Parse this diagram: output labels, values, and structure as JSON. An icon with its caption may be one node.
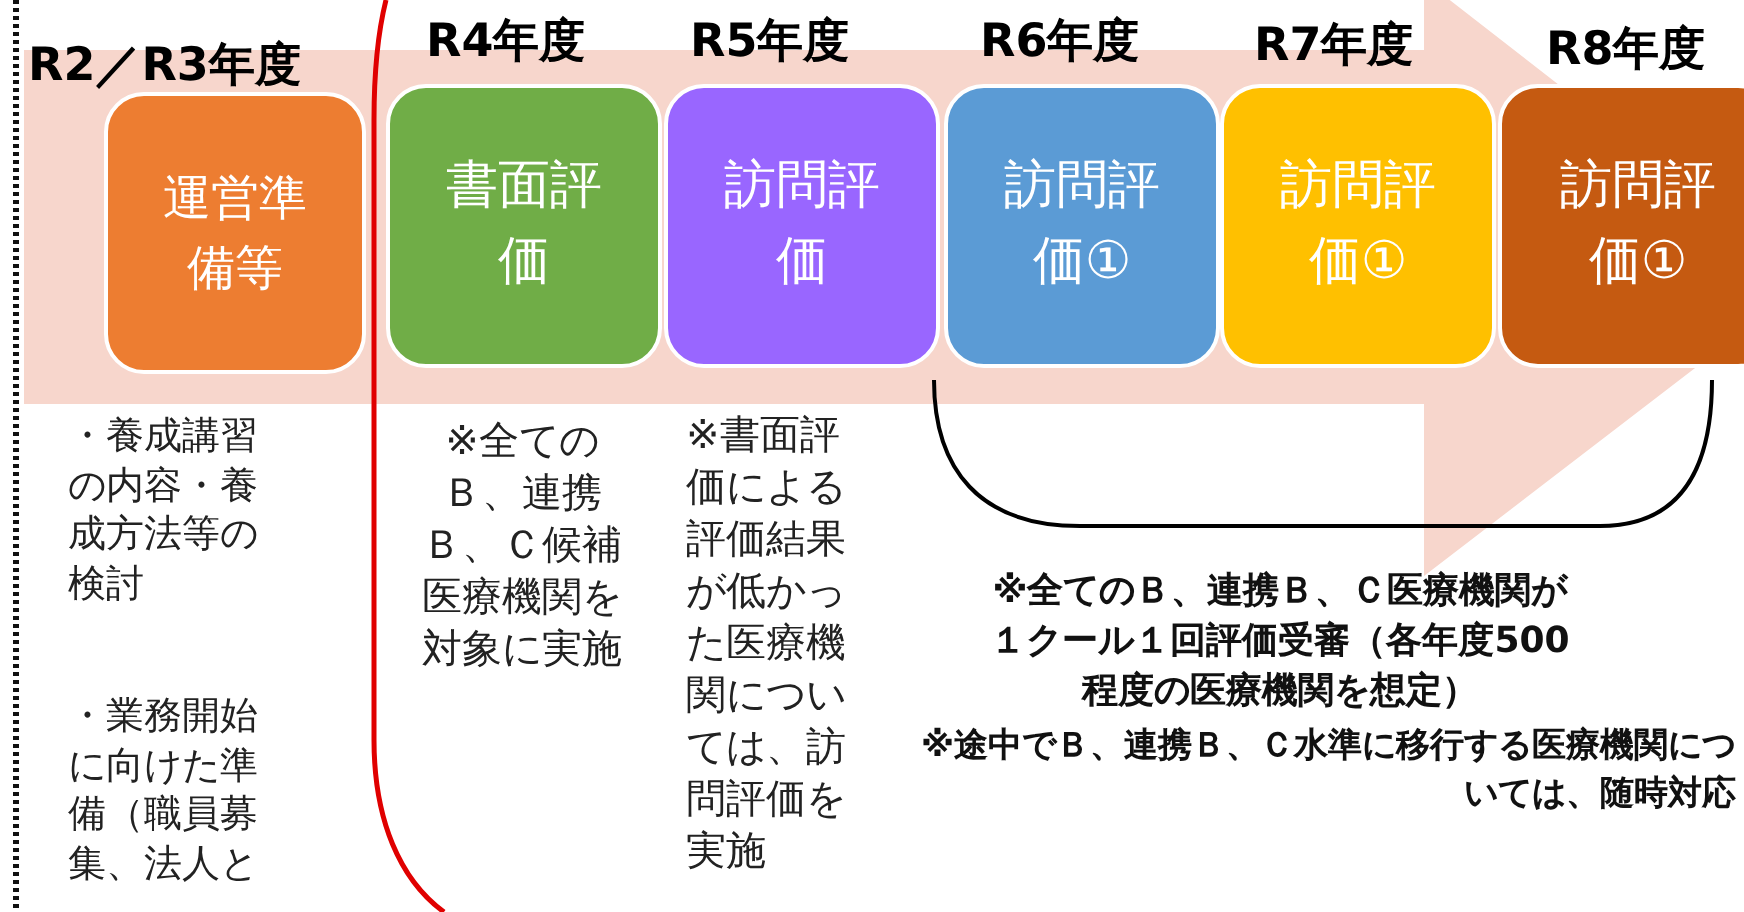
{
  "diagram": {
    "nodes": [
      {
        "text": [
          "R2／R3年度",
          "運営準備等"
        ],
        "beside": [
          "・養成講習の内容・養成方法等の検討"
        ]
      },
      {
        "text": [
          "R4年度",
          "書面評価"
        ],
        "beside": [
          "※全てのＢ、連携Ｂ、Ｃ候補医療機関を対象に実施"
        ]
      },
      {
        "text": [
          "R5年度",
          "訪問評価"
        ],
        "beside": [
          "※書面評価による評価結果が低かった医療機関については、訪問評価を実施"
        ]
      },
      {
        "text": [
          "R6年度",
          "訪問評価①"
        ]
      },
      {
        "text": [
          "R7年度",
          "訪問評価①"
        ]
      },
      {
        "text": [
          "R8年度",
          "訪問評価①"
        ]
      }
    ],
    "labels": [
      "・業務開始に向けた準備（職員募集、法人と",
      "※全てのＢ、連携Ｂ、Ｃ医療機関が１クール１回評価受審（各年度500程度の医療機関を想定）",
      "※途中でＢ、連携Ｂ、Ｃ水準に移行する医療機関については、随時対応"
    ]
  }
}
